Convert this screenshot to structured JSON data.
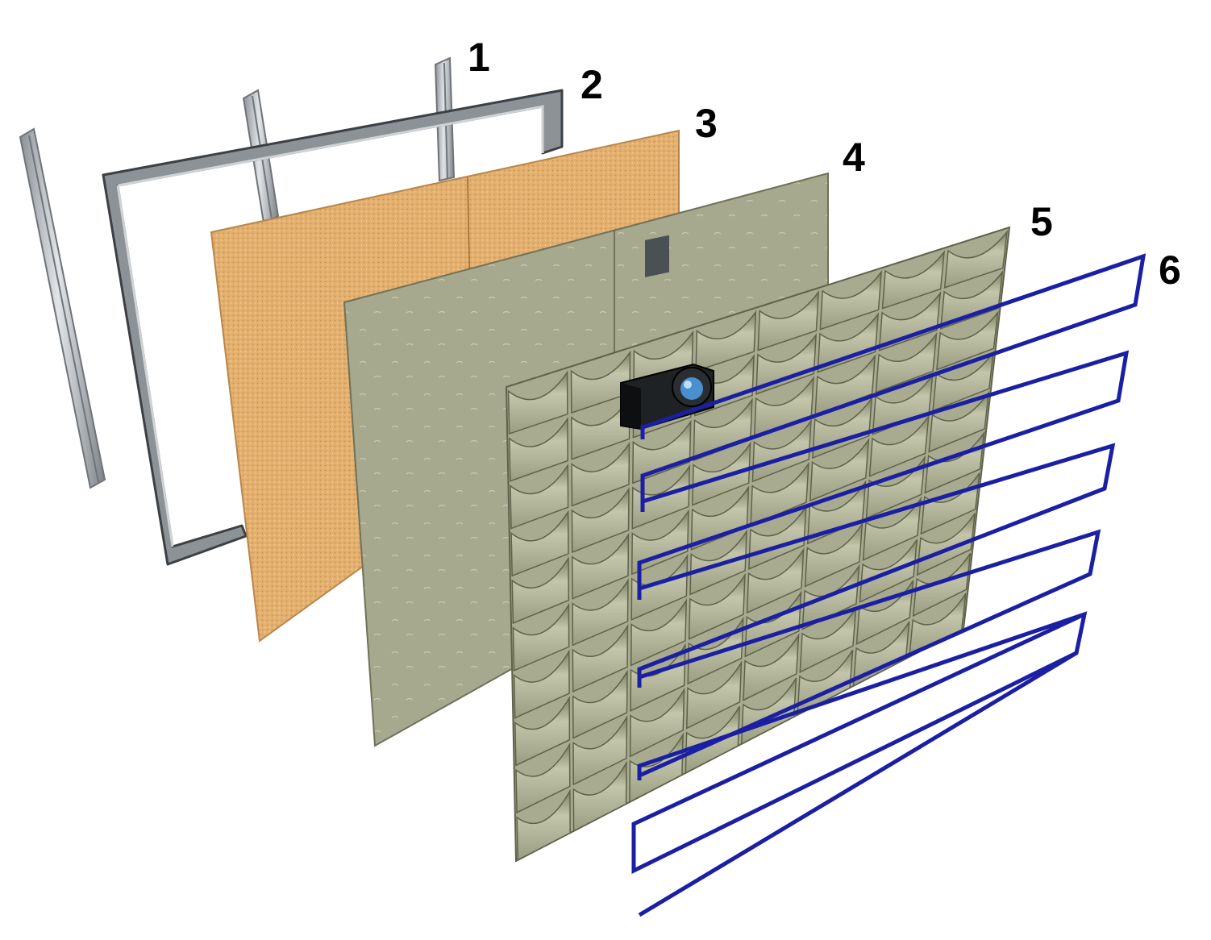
{
  "diagram": {
    "type": "exploded-layer-diagram",
    "labels": [
      "1",
      "2",
      "3",
      "4",
      "5",
      "6"
    ],
    "colors": {
      "background": "#ffffff",
      "rail": "#b8bcc0",
      "rail_dark": "#7e8388",
      "frame": "#8a8f93",
      "frame_dark": "#3c4044",
      "board": "#e4b272",
      "board_edge": "#b8864a",
      "felt": "#a7aa8e",
      "felt_edge": "#6f7258",
      "pocket": "#b4b79b",
      "pocket_shadow": "#5e624a",
      "pipe": "#1a1fa3",
      "sensor_body": "#1f2224",
      "sensor_lens": "#4a8fd0",
      "label": "#000000"
    },
    "icons": [
      "sensor-icon"
    ]
  }
}
